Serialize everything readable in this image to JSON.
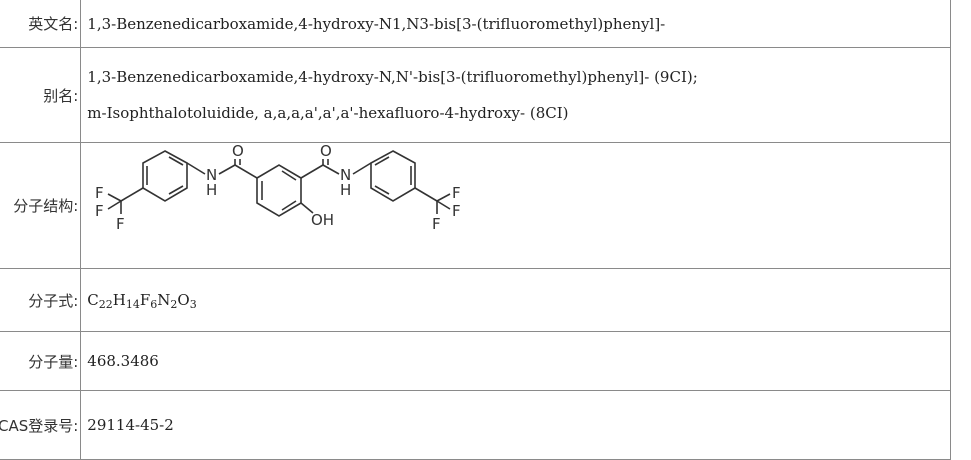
{
  "rows": {
    "english_name": {
      "label": "英文名:",
      "value": "1,3-Benzenedicarboxamide,4-hydroxy-N1,N3-bis[3-(trifluoromethyl)phenyl]-"
    },
    "alias": {
      "label": "别名:",
      "line1": "1,3-Benzenedicarboxamide,4-hydroxy-N,N'-bis[3-(trifluoromethyl)phenyl]- (9CI);",
      "line2": "m-Isophthalotoluidide, a,a,a,a',a',a'-hexafluoro-4-hydroxy- (8CI)"
    },
    "structure": {
      "label": "分子结构:",
      "atoms": {
        "f": "F",
        "o": "O",
        "n": "N",
        "h": "H",
        "oh": "OH"
      }
    },
    "formula": {
      "label": "分子式:",
      "parts": [
        {
          "el": "C",
          "n": "22"
        },
        {
          "el": "H",
          "n": "14"
        },
        {
          "el": "F",
          "n": "6"
        },
        {
          "el": "N",
          "n": "2"
        },
        {
          "el": "O",
          "n": "3"
        }
      ]
    },
    "mass": {
      "label": "分子量:",
      "value": "468.3486"
    },
    "cas": {
      "label": "CAS登录号:",
      "value": "29114-45-2"
    }
  }
}
